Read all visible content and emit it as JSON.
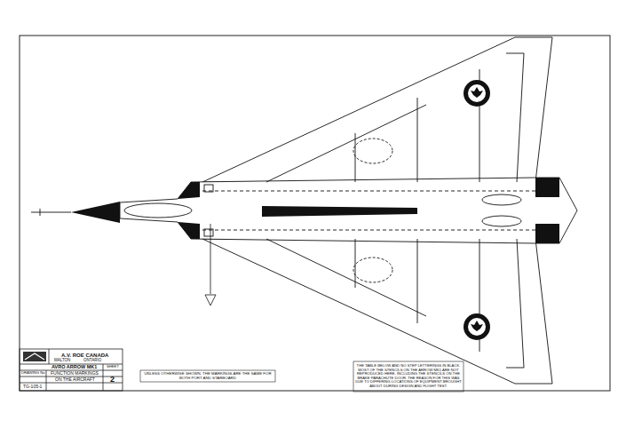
{
  "diagram": {
    "title": "AVRO ARROW MK1",
    "labels": [
      "A.V. ROE CANADA",
      "MALTON",
      "ONTARIO",
      "FUNCTION MARKINGS",
      "ON THE AIRCRAFT",
      "DRAWING No",
      "TG-105-1",
      "SHEET",
      "2",
      "UNLESS OTHERWISE SHOWN, THE MARKINGS ARE THE SAME FOR BOTH PORT AND STARBOARD",
      "THE TABLE BELOW AND NO STEP LETTERINGS IN BLACK. MOST OF THE STENCILS ON THE ARROW MK1 ARE NOT REPRODUCED HERE, INCLUDING THE STENCILS ON THE BRAKE PARACHUTE DOOR. THE REASON FOR THIS WAS DUE TO DIFFERING LOCATIONS OF EQUIPMENT BROUGHT ABOUT DURING DESIGN AND FLIGHT TEST."
    ]
  }
}
